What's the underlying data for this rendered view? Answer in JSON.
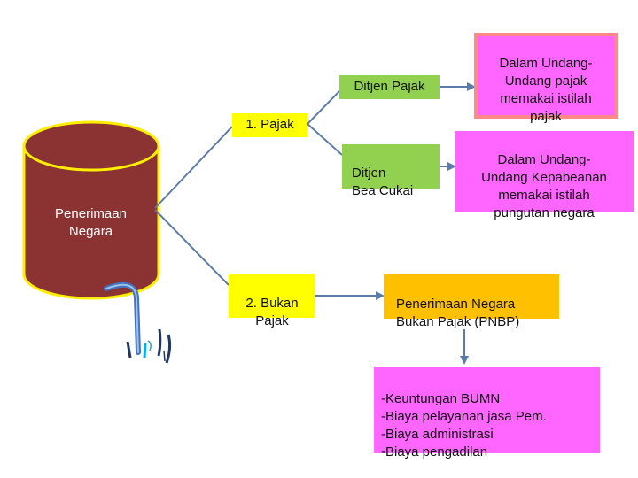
{
  "cylinder": {
    "label": "Penerimaan\nNegara",
    "fill": "#8B3232",
    "stroke": "#FFEE00"
  },
  "pajak": {
    "label": "1. Pajak",
    "color": "#FFFF00"
  },
  "bukan_pajak": {
    "label": "2. Bukan\nPajak",
    "color": "#FFFF00"
  },
  "ditjen_pajak": {
    "label": "Ditjen Pajak",
    "color": "#92D050"
  },
  "ditjen_bea_cukai": {
    "label": "Ditjen\nBea Cukai",
    "color": "#92D050"
  },
  "note_pajak": {
    "text": "Dalam Undang-\nUndang pajak\nmemakai istilah\npajak",
    "fill": "#FF66FF",
    "border": "#FF8888"
  },
  "note_kepabeanan": {
    "text": "Dalam Undang-\nUndang Kepabeanan\nmemakai istilah\npungutan negara",
    "fill": "#FF66FF"
  },
  "pnbp": {
    "text": "Penerimaan Negara\nBukan Pajak (PNBP)",
    "color": "#FFC000"
  },
  "pnbp_list": {
    "text": "-Keuntungan BUMN\n-Biaya pelayanan jasa Pem.\n-Biaya administrasi\n-Biaya pengadilan",
    "color": "#FF66FF"
  },
  "line_color": "#5B7BA8"
}
